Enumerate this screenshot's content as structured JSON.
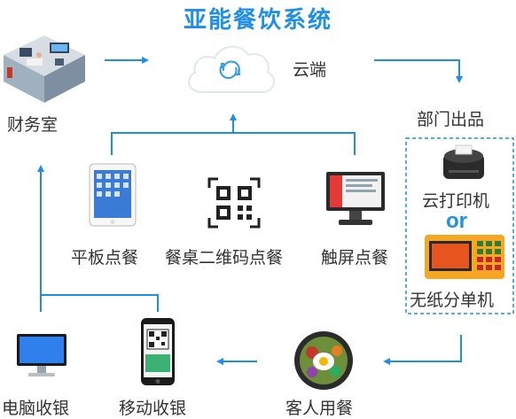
{
  "title": "亚能餐饮系统",
  "nodes": {
    "finance": "财务室",
    "cloud": "云端",
    "dept_output": "部门出品",
    "cloud_printer": "云打印机",
    "or_text": "or",
    "paperless": "无纸分单机",
    "tablet": "平板点餐",
    "qr": "餐桌二维码点餐",
    "touch": "触屏点餐",
    "customer": "客人用餐",
    "mobile": "移动收银",
    "pc": "电脑收银"
  },
  "colors": {
    "accent": "#1f8ee8",
    "text": "#333333"
  }
}
